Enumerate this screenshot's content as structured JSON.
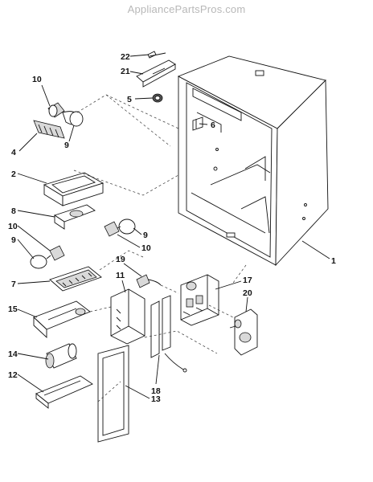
{
  "watermark": "AppliancePartsPros.com",
  "labels": {
    "l22": "22",
    "l21": "21",
    "l5": "5",
    "l6": "6",
    "l10a": "10",
    "l9a": "9",
    "l4": "4",
    "l2": "2",
    "l8": "8",
    "l10b": "10",
    "l9b": "9",
    "l9c": "9",
    "l10c": "10",
    "l7": "7",
    "l19": "19",
    "l11": "11",
    "l1": "1",
    "l17": "17",
    "l20": "20",
    "l15": "15",
    "l14": "14",
    "l12": "12",
    "l18": "18",
    "l13": "13"
  }
}
